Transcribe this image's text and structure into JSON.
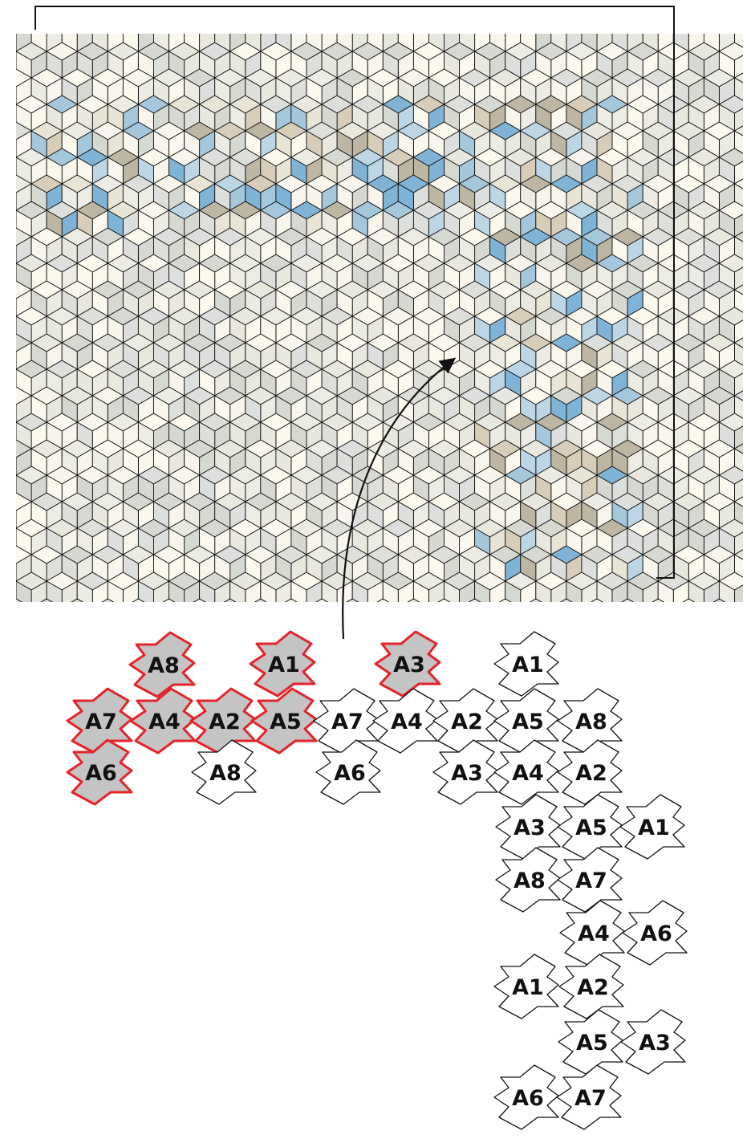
{
  "colors": {
    "tile_fills": [
      "#f8f6ec",
      "#e9e8de",
      "#d6d8d2",
      "#ecece4",
      "#fbf8ee",
      "#dcdfdb"
    ],
    "pattern_fills": [
      "#7fb4d6",
      "#bcd6e6",
      "#bdb6a3",
      "#d7cdb8",
      "#a5c7dc",
      "#e8e4d6"
    ],
    "tile_stroke": "#111111",
    "highlight_stroke": "#e3242b",
    "highlight_fill": "#c4c4c4",
    "label_color": "#111111"
  },
  "icons": {
    "arrow": "curved-arrow-icon",
    "bracket": "bracket-line"
  },
  "tiles": [
    {
      "label": "A8",
      "highlighted": true
    },
    {
      "label": "A1",
      "highlighted": true
    },
    {
      "label": "A3",
      "highlighted": true
    },
    {
      "label": "A1",
      "highlighted": false
    },
    {
      "label": "A7",
      "highlighted": true
    },
    {
      "label": "A4",
      "highlighted": true
    },
    {
      "label": "A2",
      "highlighted": true
    },
    {
      "label": "A5",
      "highlighted": true
    },
    {
      "label": "A7",
      "highlighted": false
    },
    {
      "label": "A4",
      "highlighted": false
    },
    {
      "label": "A2",
      "highlighted": false
    },
    {
      "label": "A5",
      "highlighted": false
    },
    {
      "label": "A8",
      "highlighted": false
    },
    {
      "label": "A6",
      "highlighted": true
    },
    {
      "label": "A8",
      "highlighted": false
    },
    {
      "label": "A6",
      "highlighted": false
    },
    {
      "label": "A3",
      "highlighted": false
    },
    {
      "label": "A4",
      "highlighted": false
    },
    {
      "label": "A2",
      "highlighted": false
    },
    {
      "label": "A3",
      "highlighted": false
    },
    {
      "label": "A5",
      "highlighted": false
    },
    {
      "label": "A1",
      "highlighted": false
    },
    {
      "label": "A8",
      "highlighted": false
    },
    {
      "label": "A7",
      "highlighted": false
    },
    {
      "label": "A4",
      "highlighted": false
    },
    {
      "label": "A6",
      "highlighted": false
    },
    {
      "label": "A1",
      "highlighted": false
    },
    {
      "label": "A2",
      "highlighted": false
    },
    {
      "label": "A5",
      "highlighted": false
    },
    {
      "label": "A3",
      "highlighted": false
    },
    {
      "label": "A6",
      "highlighted": false
    },
    {
      "label": "A7",
      "highlighted": false
    }
  ]
}
